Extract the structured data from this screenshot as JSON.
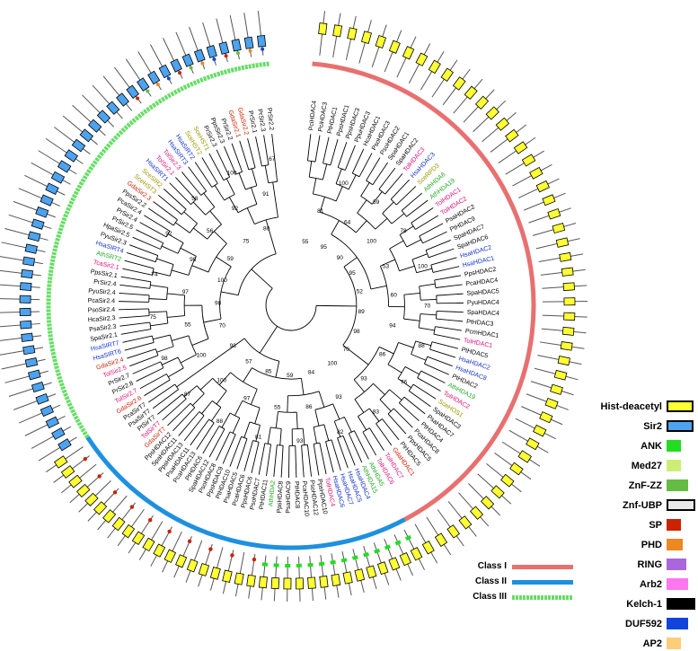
{
  "domains": [
    {
      "name": "Hist-deacetyl",
      "color": "#ffff33",
      "outlined": true
    },
    {
      "name": "Sir2",
      "color": "#4da3f0",
      "outlined": true
    },
    {
      "name": "ANK",
      "color": "#22dd22",
      "outlined": false
    },
    {
      "name": "Med27",
      "color": "#ccee77",
      "outlined": false
    },
    {
      "name": "ZnF-ZZ",
      "color": "#66bb44",
      "outlined": false
    },
    {
      "name": "Znf-UBP",
      "color": "#e8e8e8",
      "outlined": true
    },
    {
      "name": "SP",
      "color": "#cc2200",
      "outlined": false
    },
    {
      "name": "PHD",
      "color": "#ee8822",
      "outlined": false
    },
    {
      "name": "RING",
      "color": "#aa66dd",
      "outlined": false
    },
    {
      "name": "Arb2",
      "color": "#ff77ee",
      "outlined": false
    },
    {
      "name": "Kelch-1",
      "color": "#000000",
      "outlined": false
    },
    {
      "name": "DUF592",
      "color": "#1144dd",
      "outlined": false
    },
    {
      "name": "AP2",
      "color": "#ffcc77",
      "outlined": false
    }
  ],
  "classes": [
    {
      "name": "Class I",
      "color": "#e87070",
      "style": "solid"
    },
    {
      "name": "Class II",
      "color": "#1f90e0",
      "style": "solid"
    },
    {
      "name": "Class III",
      "color": "#66dd66",
      "style": "dashed"
    }
  ],
  "leaves_class1": [
    "PciHDAC4",
    "PciHDAC3",
    "PtHDAC1",
    "PpsHDAC1",
    "PpsHDAC3",
    "PpuHDAC3",
    "HcaHDAC1",
    "PsoHDAC3",
    "PsoHDAC2",
    "SpaHDAC1",
    "SpaHDAC2",
    "TolHDAC3",
    "HsaHDAC3",
    "SceRPD3",
    "AthHDA6",
    "AthHDA19",
    "TolHDAC1",
    "TolHDAC2",
    "PsaHDAC2",
    "PtHDAC9",
    "SpaHDAC7",
    "SpaHDAC6",
    "HsaHDAC2",
    "HsaHDAC1",
    "PpsHDAC2",
    "PcaHDAC4",
    "SpaHDAC5",
    "PyuHDAC4",
    "SpaHDAC4",
    "PtHDAC3",
    "PcmHDAC1",
    "TolHDAC1",
    "PtHDAC5",
    "HsaHDAC2",
    "HsaHDAC8",
    "PtHDAC2",
    "AthHDA19",
    "TolHDAC2",
    "SceHOS1",
    "SpaHDAC3",
    "PsaHDAC7",
    "PtHDAC4",
    "PcaHDAC8",
    "PpsHDAC5",
    "PlrHDAC5",
    "GdaHDAC1",
    "TolHDAC7",
    "TolHDAC6"
  ],
  "leaves_class2": [
    "AthHDA5",
    "AthHDA15",
    "HsaHDAC4",
    "HsaHDAC5",
    "HsaHDAC7",
    "HsaHDAC6",
    "TolHDAC4",
    "PpsHDAC10",
    "PsoHDAC12",
    "PcaHDAC10",
    "PtHDAC8",
    "PsaHDAC9",
    "PpsHDAC8",
    "AthHDA2",
    "PtHDAC11",
    "PsoHDAC7",
    "PpsHDAC6",
    "PcaHDAC6",
    "PsaHDAC5",
    "PtHDAC10",
    "PpsHDAC9",
    "PsoHDAC8",
    "SpaHDAC12",
    "PtHDAC6",
    "PcaHDAC13",
    "PsaHDAC11",
    "PpsHDAC13",
    "SpaHDAC11",
    "PpsHDAC12",
    "GdaSirT7",
    "TolSirT7",
    "PtSirT7",
    "PsaSirT7",
    "PcaSirT7"
  ],
  "leaves_class3": [
    "GdaSir2.6",
    "TolSir2.7",
    "PrSir2.8",
    "PrSir2.7",
    "TolSir2.5",
    "GdaSir2.4",
    "HsaSIRT6",
    "HsaSIRT7",
    "SpaSir2.1",
    "PsaSir2.3",
    "HcaSir2.3",
    "PsoSir2.4",
    "PcaSir2.4",
    "PyuSir2.4",
    "PrSir2.4",
    "PpsSir2.1",
    "TcaSir2.1",
    "AthSRT2",
    "HsaSIRT4",
    "PyuSir2.3",
    "HpaSir2.5",
    "PrSir2.5",
    "PrSir2.4",
    "PcaSir2.4",
    "PpsSir2.2",
    "GdaSir2.3",
    "SceHST3",
    "SceSIR2",
    "HsaSIRT1",
    "TolSir2.1",
    "TolSir2.3",
    "HsaSIRT3",
    "HsaSIRT2",
    "SceHST2",
    "SceHST1",
    "PrSir2.3",
    "PpsSir2.3",
    "PrSir2.2",
    "GdaSir2.1",
    "GdaSir2.2",
    "PrSir2.1",
    "PrSir2.3",
    "PrSir2.2"
  ],
  "bootstrap_labels": [
    "55",
    "81",
    "100",
    "95",
    "64",
    "59",
    "90",
    "100",
    "78",
    "95",
    "53",
    "100",
    "52",
    "60",
    "70",
    "89",
    "94",
    "88",
    "98",
    "86",
    "76",
    "70",
    "93",
    "83",
    "100",
    "93",
    "82",
    "84",
    "86",
    "93",
    "59",
    "55",
    "81",
    "85",
    "97",
    "88",
    "57",
    "100",
    "87",
    "98",
    "100",
    "98",
    "70",
    "55",
    "75",
    "98",
    "97",
    "74",
    "100",
    "98",
    "92",
    "59",
    "56",
    "58",
    "75",
    "92",
    "100",
    "80",
    "91",
    "67"
  ]
}
